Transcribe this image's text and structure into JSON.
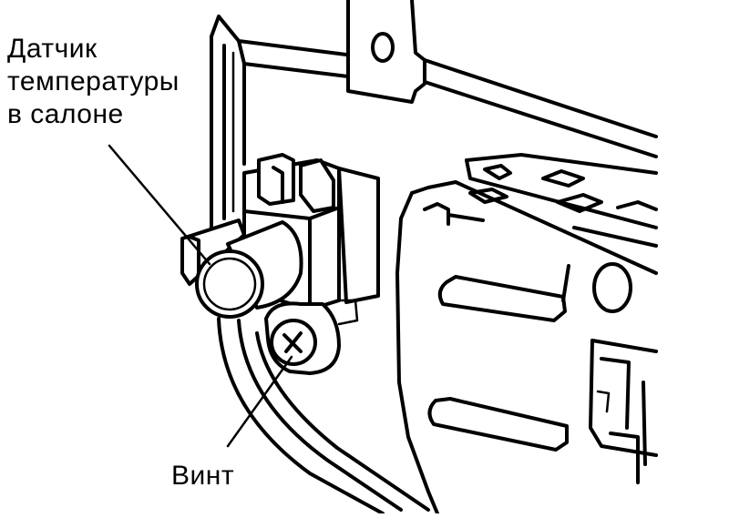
{
  "labels": {
    "sensor_line1": "Датчик",
    "sensor_line2": "температуры",
    "sensor_line3": "в салоне",
    "screw": "Винт"
  },
  "colors": {
    "ink": "#000000",
    "background": "#ffffff"
  }
}
